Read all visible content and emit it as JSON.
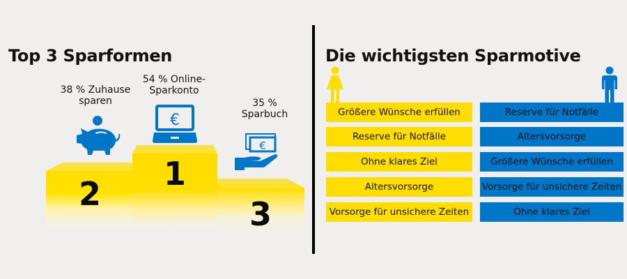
{
  "colors": {
    "background": "#f0efed",
    "yellow": "#ffdd00",
    "blue": "#0076c9",
    "text": "#111111"
  },
  "left_panel": {
    "title": "Top 3 Sparformen",
    "places": [
      {
        "rank": "2",
        "label_line1": "38 % Zuhause",
        "label_line2": "sparen",
        "icon": "piggy-bank-icon"
      },
      {
        "rank": "1",
        "label_line1": "54 % Online-",
        "label_line2": "Sparkonto",
        "icon": "laptop-euro-icon"
      },
      {
        "rank": "3",
        "label_line1": "35 %",
        "label_line2": "Sparbuch",
        "icon": "hand-banknote-icon"
      }
    ]
  },
  "right_panel": {
    "title": "Die wichtigsten Sparmotive",
    "women": {
      "icon": "woman-icon",
      "items": [
        "Größere Wünsche erfüllen",
        "Reserve für Notfälle",
        "Ohne klares Ziel",
        "Altersvorsorge",
        "Vorsorge für unsichere Zeiten"
      ]
    },
    "men": {
      "icon": "man-icon",
      "items": [
        "Reserve für Notfälle",
        "Altersvorsorge",
        "Größere Wünsche erfüllen",
        "Vorsorge für unsichere Zeiten",
        "Ohne klares Ziel"
      ]
    }
  }
}
